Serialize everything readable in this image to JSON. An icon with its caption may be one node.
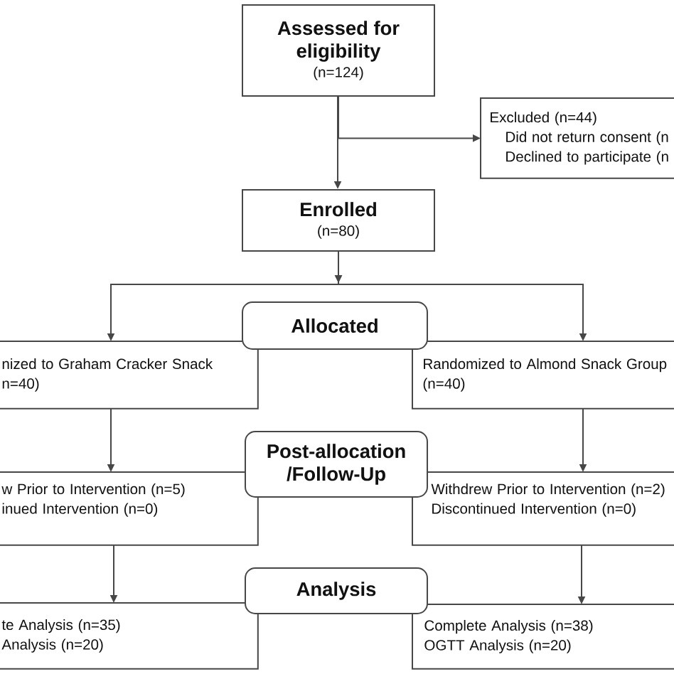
{
  "diagram": {
    "nodes": [
      {
        "text": [
          "Assessed for eligibility",
          "(n=124)"
        ]
      },
      {
        "text": [
          "Excluded (n=44)",
          "Did not return consent (n",
          "Declined to participate (n"
        ]
      },
      {
        "text": [
          "Enrolled",
          "(n=80)"
        ]
      },
      {
        "text": [
          "Allocated"
        ]
      },
      {
        "text": [
          "nized to Graham Cracker Snack n=40)"
        ]
      },
      {
        "text": [
          "Randomized to Almond Snack Group (n=40)"
        ]
      },
      {
        "text": [
          "Post-allocation /Follow-Up"
        ]
      },
      {
        "text": [
          "w Prior to Intervention (n=5)",
          "inued Intervention (n=0)"
        ]
      },
      {
        "text": [
          "Withdrew Prior to Intervention (n=2)",
          "Discontinued Intervention (n=0)"
        ]
      },
      {
        "text": [
          "Analysis"
        ]
      },
      {
        "text": [
          "te Analysis (n=35)",
          "Analysis (n=20)"
        ]
      },
      {
        "text": [
          "Complete Analysis (n=38)",
          "OGTT Analysis (n=20)"
        ]
      }
    ],
    "edges": [
      {
        "from": 0,
        "to": 2,
        "arrow": "to"
      },
      {
        "from": 0,
        "to": 1,
        "arrow": "to"
      },
      {
        "from": 2,
        "to": 4,
        "arrow": "to"
      },
      {
        "from": 2,
        "to": 5,
        "arrow": "to"
      },
      {
        "from": 4,
        "to": 7,
        "arrow": "to"
      },
      {
        "from": 5,
        "to": 8,
        "arrow": "to"
      },
      {
        "from": 7,
        "to": 10,
        "arrow": "to"
      },
      {
        "from": 8,
        "to": 11,
        "arrow": "to"
      }
    ]
  }
}
